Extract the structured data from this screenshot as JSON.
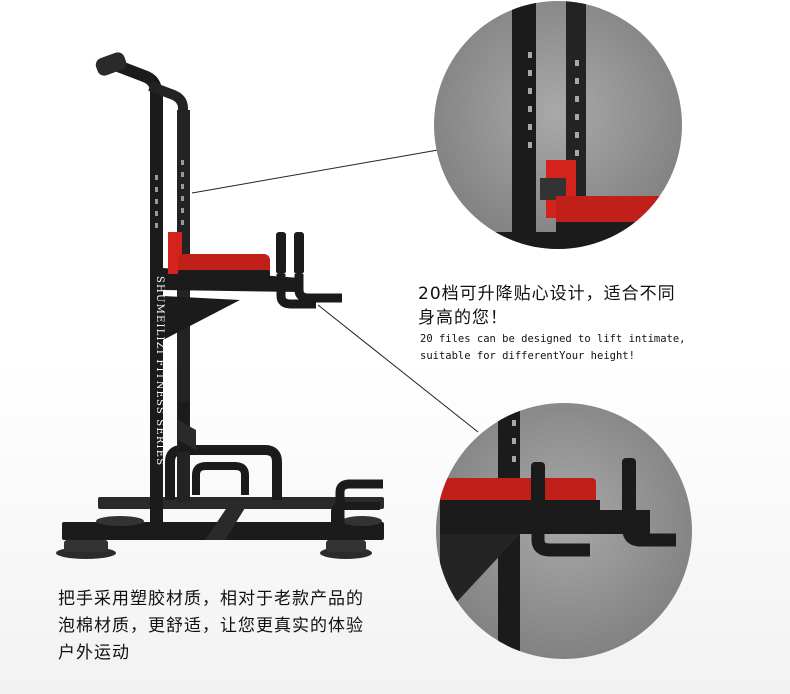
{
  "image": {
    "brand_text": "SHUMEILIZI FITNESS SERIES",
    "colors": {
      "frame": "#1b1b1b",
      "pad": "#d4231d",
      "circle_bg": "#8f8f8f",
      "background": "#ffffff"
    }
  },
  "callout_top": {
    "cn_line1": "20档可升降贴心设计，适合不同",
    "cn_line2": "身高的您！",
    "en_line1": "20 files can be designed to lift intimate,",
    "en_line2": "suitable for differentYour height!"
  },
  "callout_bottom": {
    "cn_line1": "把手采用塑胶材质，相对于老款产品的",
    "cn_line2": "泡棉材质，更舒适，让您更真实的体验",
    "cn_line3": "户外运动"
  }
}
